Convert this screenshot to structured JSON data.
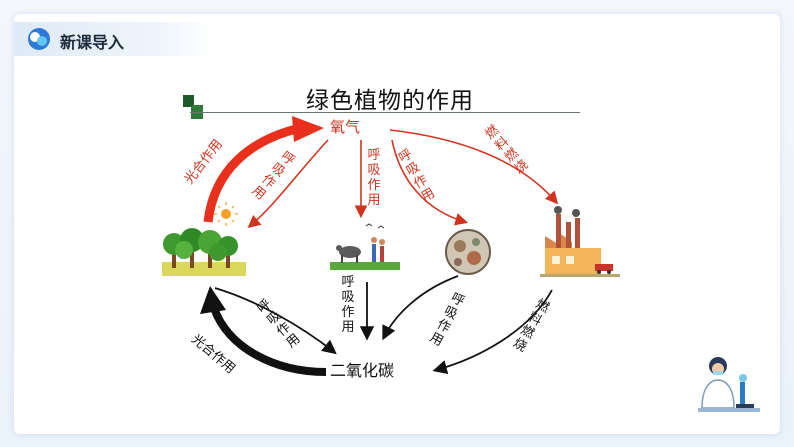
{
  "header": {
    "section_title": "新课导入"
  },
  "diagram": {
    "title": "绿色植物的作用",
    "nodes": {
      "oxygen": "氧气",
      "co2": "二氧化碳"
    },
    "labels": {
      "photo_top": "光合作用",
      "resp_plant_top": "呼吸作用",
      "resp_animal_top": "呼吸作用",
      "resp_micro_top": "呼吸作用",
      "burn_top": "燃料燃烧",
      "resp_animal_bottom": "呼吸作用",
      "resp_plant_bottom": "呼吸作用",
      "resp_micro_bottom": "呼吸作用",
      "burn_bottom": "燃料燃烧",
      "photo_bottom": "光合作用"
    }
  },
  "colors": {
    "accent_red": "#d2331e",
    "header_blue": "#2b7bd6",
    "arrow_black": "#111111"
  }
}
